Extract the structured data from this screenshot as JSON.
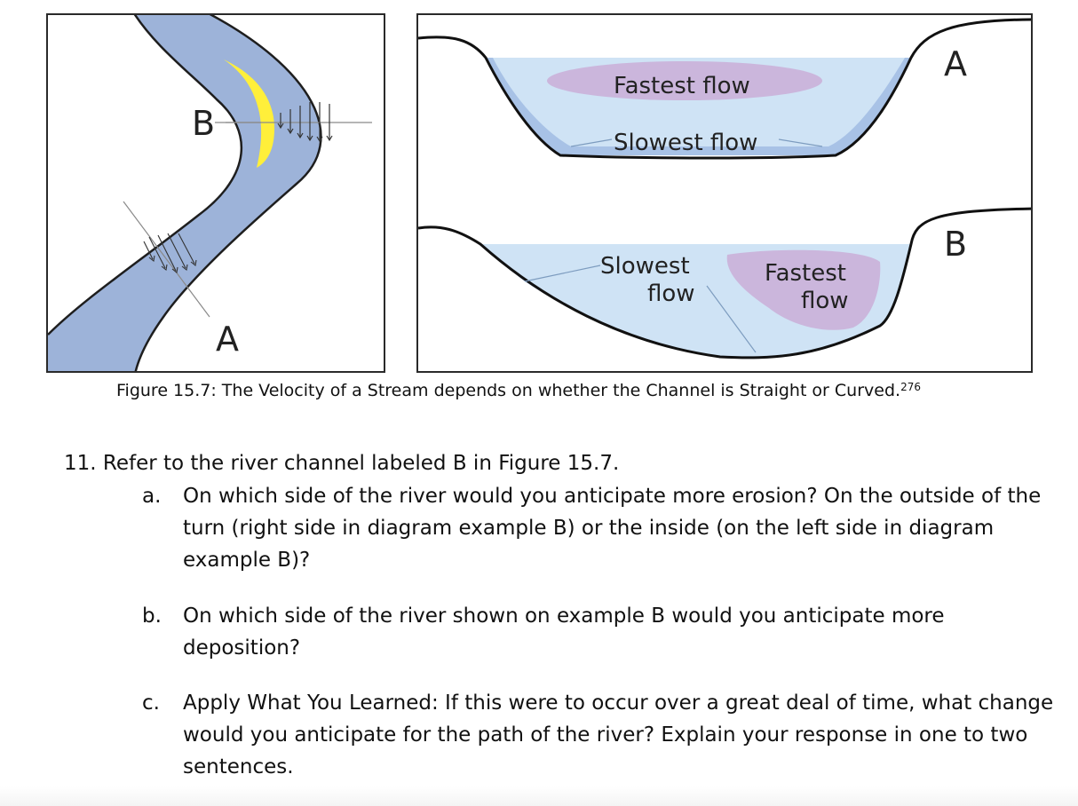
{
  "figure": {
    "meander": {
      "label_b": "B",
      "label_a": "A"
    },
    "cross_section_a": {
      "label": "A",
      "fastest": "Fastest flow",
      "slowest": "Slowest flow"
    },
    "cross_section_b": {
      "label": "B",
      "slowest_line1": "Slowest",
      "slowest_line2": "flow",
      "fastest_line1": "Fastest",
      "fastest_line2": "flow"
    },
    "caption": "Figure 15.7: The Velocity of a Stream depends on whether the Channel is Straight or Curved.",
    "caption_ref": "276"
  },
  "colors": {
    "channel": "#9db3d9",
    "water": "#cfe3f5",
    "shallow": "#a8c2e6",
    "fastest": "#cbb6dc",
    "sandbar": "#ffef3a"
  },
  "question": {
    "heading": "11. Refer to the river channel labeled B in Figure 15.7.",
    "items": [
      {
        "marker": "a.",
        "text": "On which side of the river would you anticipate more erosion? On the outside of the turn (right side in diagram example B) or the inside (on the left side in diagram example B)?"
      },
      {
        "marker": "b.",
        "text": "On which side of the river shown on example B would you anticipate more deposition?"
      },
      {
        "marker": "c.",
        "text": "Apply What You Learned: If this were to occur over a great deal of time, what change would you anticipate for the path of the river? Explain your response in one to two sentences."
      }
    ]
  }
}
